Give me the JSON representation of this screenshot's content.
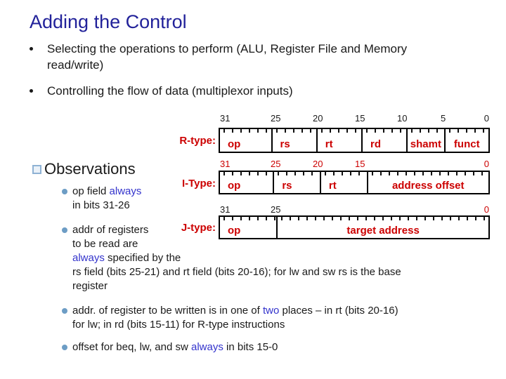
{
  "colors": {
    "accent": "#3333CC",
    "title_navy": "#22229A",
    "diagram_red": "#CC0000",
    "body_text": "#1A1A1A",
    "sub_bullet_blue": "#6D9DC5",
    "square_bullet_blue": "#8FB2D4"
  },
  "title": "Adding the Control",
  "top_bullets": [
    {
      "lines": [
        "Selecting the operations to perform (ALU, Register File and Memory",
        "read/write)"
      ]
    },
    {
      "lines": [
        "Controlling the flow of data (multiplexor inputs)"
      ]
    }
  ],
  "observations": {
    "heading": "Observations",
    "items": [
      {
        "lines": [
          [
            {
              "t": "op field "
            },
            {
              "t": "always",
              "c": "accent"
            }
          ],
          [
            {
              "t": "in bits 31-26"
            }
          ]
        ]
      },
      {
        "lines": [
          [
            {
              "t": "addr of registers"
            }
          ],
          [
            {
              "t": "to be read are"
            }
          ],
          [
            {
              "t": "always",
              "c": "accent"
            },
            {
              "t": " specified by the"
            }
          ],
          [
            {
              "t": "rs field (bits 25-21) and rt field (bits 20-16); for lw and sw rs is the base"
            }
          ],
          [
            {
              "t": "register"
            }
          ]
        ]
      },
      {
        "lines": [
          [
            {
              "t": "addr. of register to be written is in one of "
            },
            {
              "t": "two",
              "c": "accent"
            },
            {
              "t": " places – in rt (bits 20-16)"
            }
          ],
          [
            {
              "t": "for lw; in rd (bits 15-11) for R-type instructions"
            }
          ]
        ]
      },
      {
        "lines": [
          [
            {
              "t": "offset for beq, lw, and sw "
            },
            {
              "t": "always",
              "c": "accent"
            },
            {
              "t": " in bits 15-0"
            }
          ]
        ]
      }
    ]
  },
  "diagram": {
    "rows": [
      {
        "label": "R-type:",
        "markers": [
          "31",
          "25",
          "20",
          "15",
          "10",
          "5",
          "0"
        ],
        "fields": [
          {
            "label": "op",
            "bits": 6
          },
          {
            "label": "rs",
            "bits": 5
          },
          {
            "label": "rt",
            "bits": 5
          },
          {
            "label": "rd",
            "bits": 5
          },
          {
            "label": "shamt",
            "bits": 5
          },
          {
            "label": "funct",
            "bits": 6
          }
        ]
      },
      {
        "label": "I-Type:",
        "markers": [
          "31",
          "25",
          "20",
          "15",
          "0"
        ],
        "fields": [
          {
            "label": "op",
            "bits": 6
          },
          {
            "label": "rs",
            "bits": 5
          },
          {
            "label": "rt",
            "bits": 5
          },
          {
            "label": "address offset",
            "bits": 16
          }
        ]
      },
      {
        "label": "J-type:",
        "markers": [
          "31",
          "25",
          "0"
        ],
        "fields": [
          {
            "label": "op",
            "bits": 6
          },
          {
            "label": "target address",
            "bits": 26
          }
        ]
      }
    ]
  }
}
